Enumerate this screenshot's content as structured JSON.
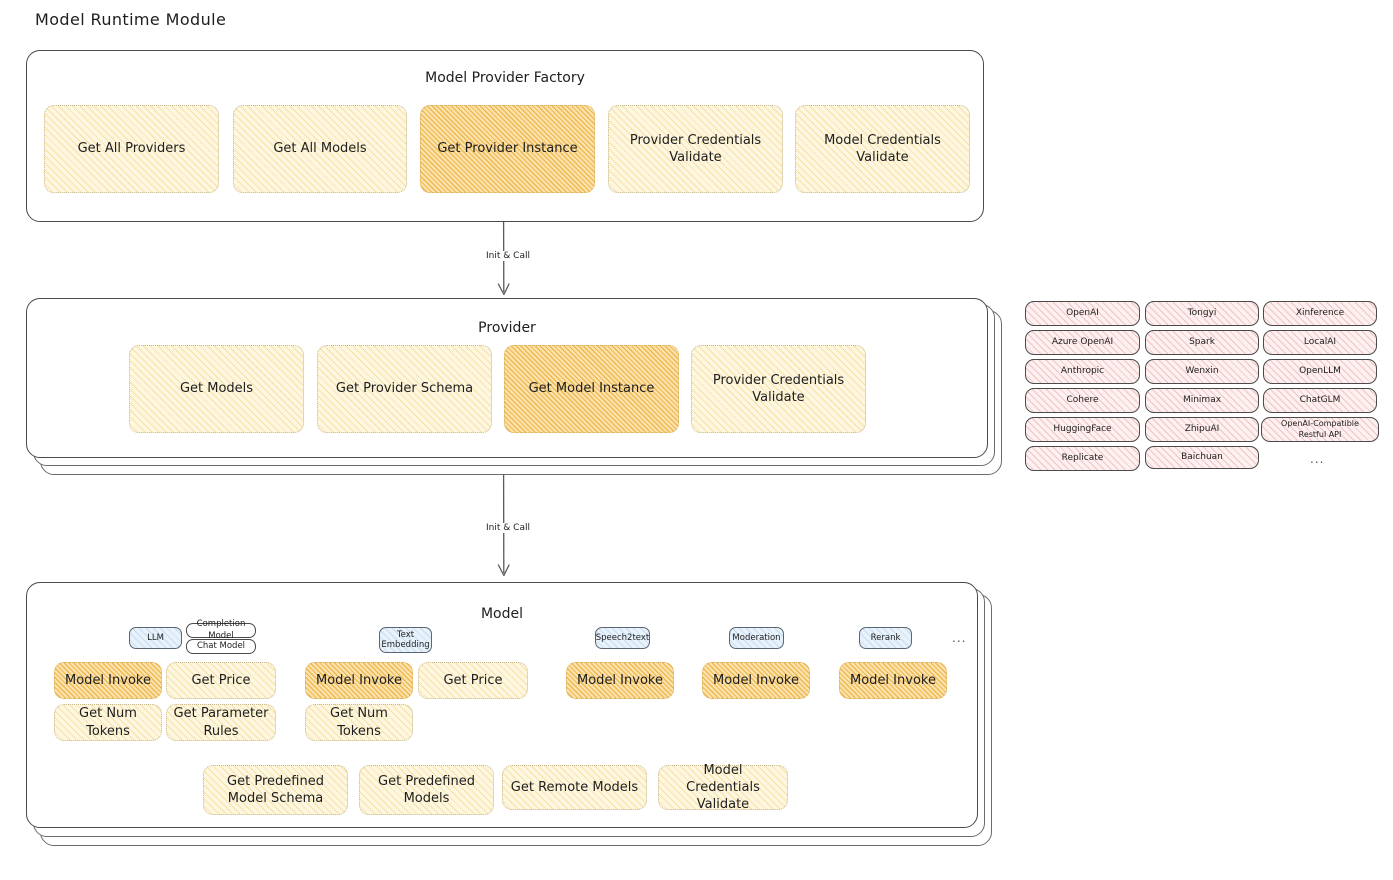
{
  "page": {
    "title": "Model Runtime Module"
  },
  "factory": {
    "title": "Model Provider Factory",
    "nodes": [
      {
        "label": "Get All Providers",
        "style": "pale"
      },
      {
        "label": "Get All Models",
        "style": "pale"
      },
      {
        "label": "Get Provider Instance",
        "style": "amber"
      },
      {
        "label": "Provider Credentials Validate",
        "style": "pale"
      },
      {
        "label": "Model Credentials Validate",
        "style": "pale"
      }
    ]
  },
  "arrows": [
    {
      "label": "Init & Call"
    },
    {
      "label": "Init & Call"
    }
  ],
  "provider": {
    "title": "Provider",
    "nodes": [
      {
        "label": "Get Models",
        "style": "pale"
      },
      {
        "label": "Get Provider Schema",
        "style": "pale"
      },
      {
        "label": "Get Model Instance",
        "style": "amber"
      },
      {
        "label": "Provider Credentials Validate",
        "style": "pale"
      }
    ]
  },
  "provider_list": {
    "columns": [
      {
        "items": [
          "OpenAI",
          "Azure OpenAI",
          "Anthropic",
          "Cohere",
          "HuggingFace",
          "Replicate"
        ]
      },
      {
        "items": [
          "Tongyi",
          "Spark",
          "Wenxin",
          "Minimax",
          "ZhipuAI",
          "Baichuan"
        ]
      },
      {
        "items": [
          "Xinference",
          "LocalAI",
          "OpenLLM",
          "ChatGLM",
          "OpenAI-Compatible Restful API"
        ]
      }
    ],
    "more": "..."
  },
  "model": {
    "title": "Model",
    "more": "...",
    "types": [
      {
        "badge": "LLM",
        "tags": [
          "Completion Model",
          "Chat Model"
        ],
        "nodes": [
          {
            "label": "Model Invoke",
            "style": "amber"
          },
          {
            "label": "Get Price",
            "style": "pale"
          },
          {
            "label": "Get Num Tokens",
            "style": "pale"
          },
          {
            "label": "Get Parameter Rules",
            "style": "pale"
          }
        ]
      },
      {
        "badge": "Text Embedding",
        "tags": [],
        "nodes": [
          {
            "label": "Model Invoke",
            "style": "amber"
          },
          {
            "label": "Get Price",
            "style": "pale"
          },
          {
            "label": "Get Num Tokens",
            "style": "pale"
          }
        ]
      },
      {
        "badge": "Speech2text",
        "tags": [],
        "nodes": [
          {
            "label": "Model Invoke",
            "style": "amber"
          }
        ]
      },
      {
        "badge": "Moderation",
        "tags": [],
        "nodes": [
          {
            "label": "Model Invoke",
            "style": "amber"
          }
        ]
      },
      {
        "badge": "Rerank",
        "tags": [],
        "nodes": [
          {
            "label": "Model Invoke",
            "style": "amber"
          }
        ]
      }
    ],
    "common_nodes": [
      {
        "label": "Get Predefined Model Schema",
        "style": "pale"
      },
      {
        "label": "Get Predefined Models",
        "style": "pale"
      },
      {
        "label": "Get Remote Models",
        "style": "pale"
      },
      {
        "label": "Model Credentials Validate",
        "style": "pale"
      }
    ]
  },
  "colors": {
    "pale_fill": "#fdf6e0",
    "pale_stroke": "#f3d070",
    "amber_fill": "#fbe2ae",
    "amber_stroke": "#eaaa2e",
    "pink_fill": "#fdf0f0",
    "pink_stroke": "#e07878",
    "blue_fill": "#e8f2fb",
    "blue_stroke": "#5b6672",
    "container_stroke": "#4a4a4a",
    "background": "#ffffff"
  }
}
